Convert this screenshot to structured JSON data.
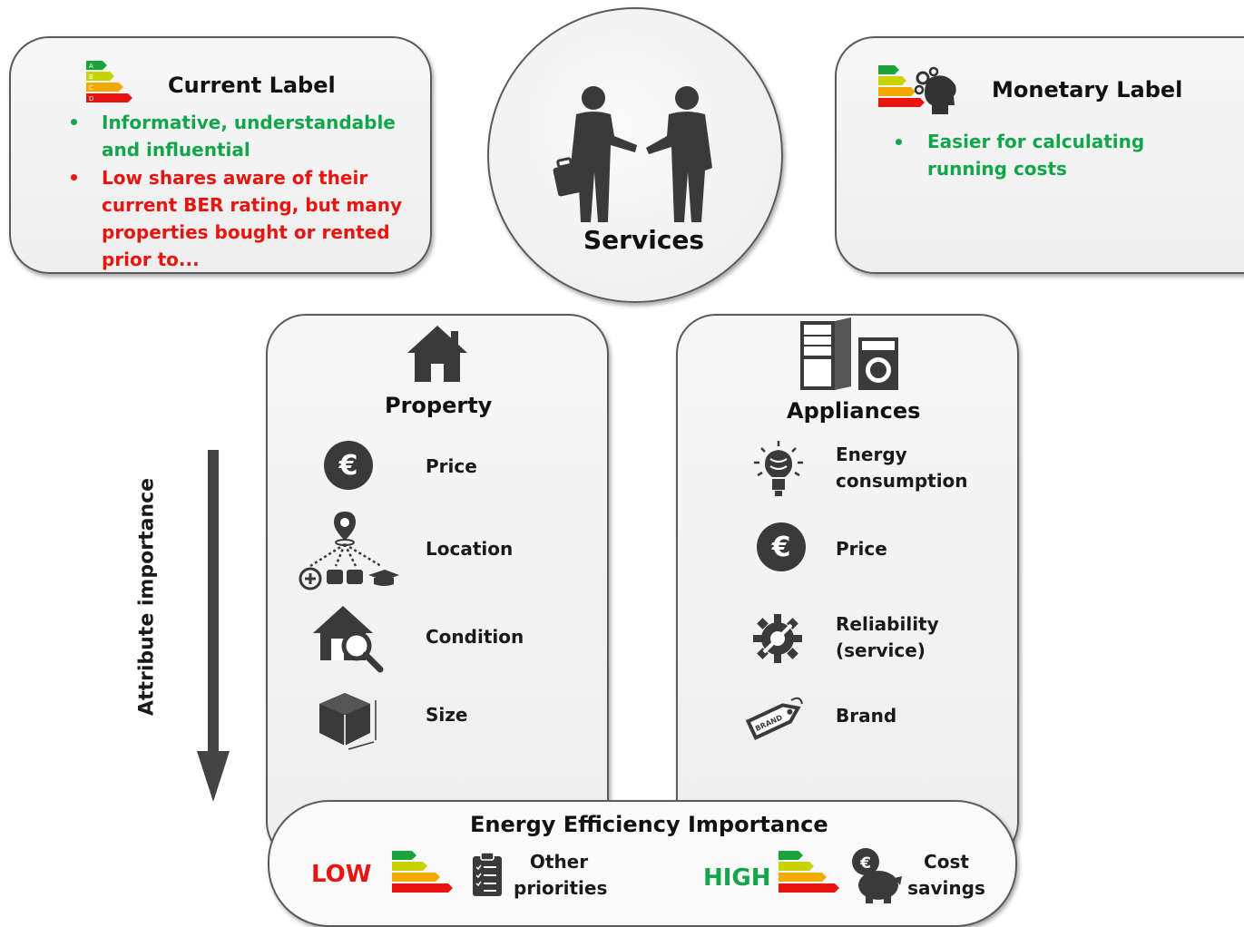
{
  "current_label": {
    "title": "Current Label",
    "bullets": [
      {
        "text": "Informative, understandable and influential",
        "color": "#12a64a"
      },
      {
        "text": "Low shares aware of their current BER rating, but many properties bought or rented prior to...",
        "color": "#e8140f"
      }
    ]
  },
  "services": {
    "title": "Services"
  },
  "monetary_label": {
    "title": "Monetary Label",
    "bullets": [
      {
        "text": "Easier for calculating running costs",
        "color": "#12a64a"
      }
    ]
  },
  "property": {
    "title": "Property",
    "items": [
      {
        "label": "Price",
        "icon": "euro-coin-icon"
      },
      {
        "label": "Location",
        "icon": "location-pin-icon"
      },
      {
        "label": "Condition",
        "icon": "house-inspection-icon"
      },
      {
        "label": "Size",
        "icon": "cube-icon"
      }
    ]
  },
  "appliances": {
    "title": "Appliances",
    "items": [
      {
        "label": "Energy consumption",
        "icon": "light-bulb-icon"
      },
      {
        "label": "Price",
        "icon": "euro-coin-icon"
      },
      {
        "label": "Reliability (service)",
        "icon": "gear-wrench-icon"
      },
      {
        "label": "Brand",
        "icon": "brand-tag-icon"
      }
    ]
  },
  "axis": {
    "label": "Attribute importance"
  },
  "efficiency": {
    "title": "Energy Efficiency Importance",
    "low": {
      "label": "LOW",
      "color": "#e8140f",
      "desc": "Other priorities"
    },
    "high": {
      "label": "HIGH",
      "color": "#12a64a",
      "desc": "Cost savings"
    }
  },
  "energy_label_letters": [
    "A",
    "B",
    "C",
    "D"
  ],
  "energy_label_colors": [
    "#1aa33a",
    "#c8d400",
    "#f2a900",
    "#e8140f"
  ]
}
